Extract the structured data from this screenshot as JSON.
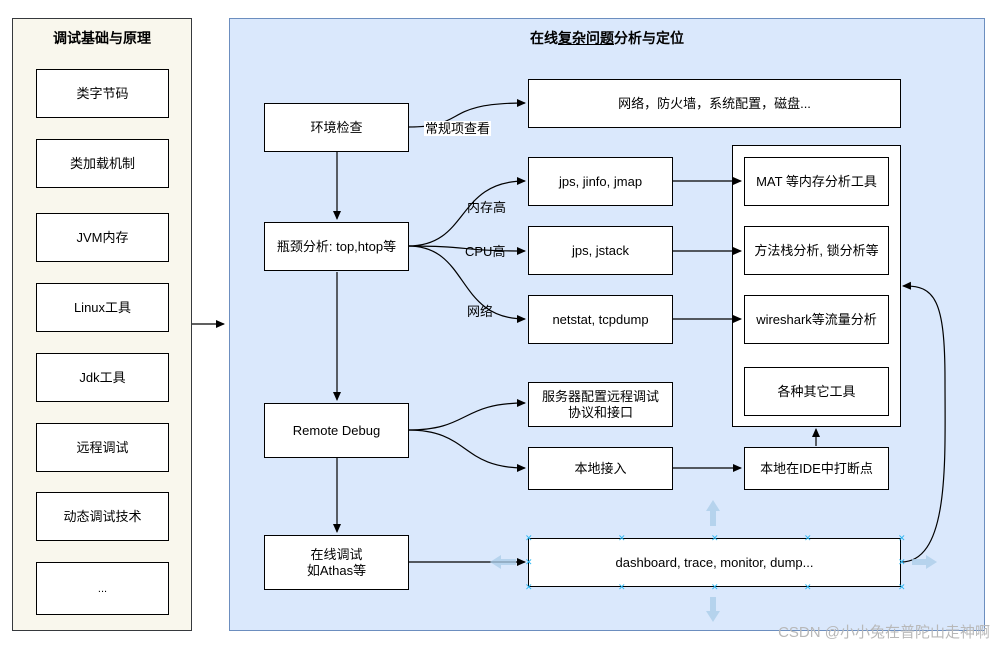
{
  "left_panel": {
    "title": "调试基础与原理",
    "items": [
      "类字节码",
      "类加载机制",
      "JVM内存",
      "Linux工具",
      "Jdk工具",
      "远程调试",
      "动态调试技术",
      "..."
    ]
  },
  "main_panel": {
    "title_parts": [
      "在线",
      "复杂",
      "问题",
      "分析与定位"
    ]
  },
  "nodes": {
    "env_check": "环境检查",
    "network_firewall": "网络，防火墙，系统配置，磁盘...",
    "bottleneck": "瓶颈分析: top,htop等",
    "jps_jinfo": "jps, jinfo, jmap",
    "jps_jstack": "jps, jstack",
    "netstat": "netstat, tcpdump",
    "mat": "MAT 等内存分析工具",
    "method_stack": "方法栈分析, 锁分析等",
    "wireshark": "wireshark等流量分析",
    "other_tools": "各种其它工具",
    "remote_debug": "Remote Debug",
    "server_config_line1": "服务器配置远程调试",
    "server_config_line2": "协议和接口",
    "local_connect": "本地接入",
    "ide_breakpoint": "本地在IDE中打断点",
    "online_debug_line1": "在线调试",
    "online_debug_line2": "如Athas等",
    "dashboard": "dashboard, trace, monitor, dump..."
  },
  "edge_labels": {
    "routine_check": "常规项查看",
    "memory_high": "内存高",
    "cpu_high": "CPU高",
    "network": "网络"
  },
  "watermark": "CSDN @小小兔在普陀山走神啊",
  "colors": {
    "left_fill": "#f9f7ed",
    "main_fill": "#dae8fc",
    "main_border": "#6c8ebf",
    "handle": "#29b6f2"
  }
}
